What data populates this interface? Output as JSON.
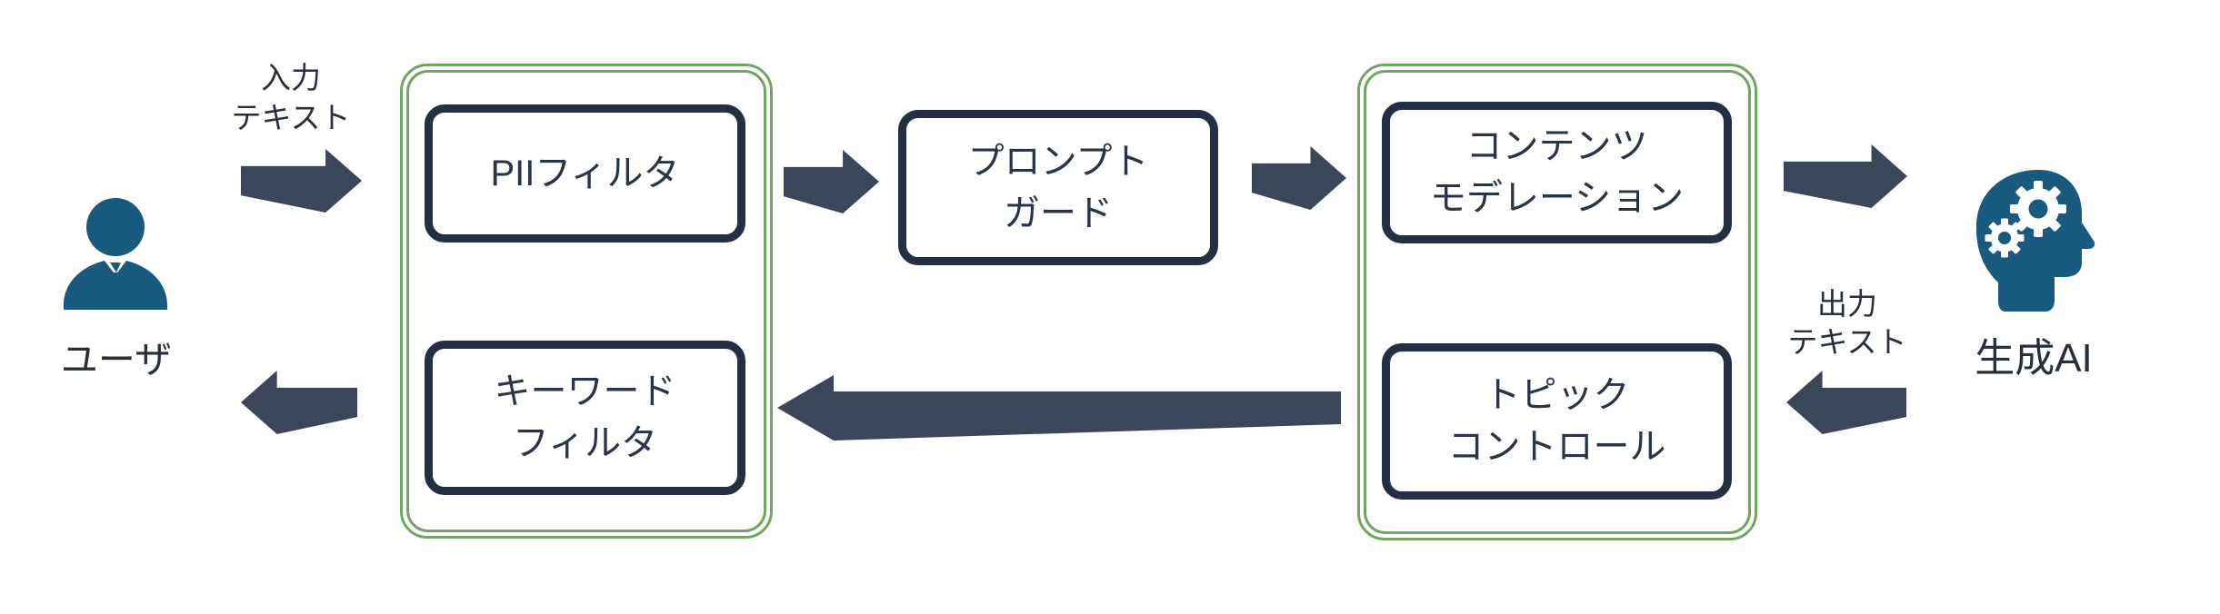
{
  "diagram": {
    "labels": {
      "user": "ユーザ",
      "input_text": "入力\nテキスト",
      "output_text": "出力\nテキスト",
      "generative_ai": "生成AI"
    },
    "nodes": {
      "pii_filter": "PIIフィルタ",
      "keyword_filter": "キーワード\nフィルタ",
      "prompt_guard": "プロンプト\nガード",
      "content_moderation": "コンテンツ\nモデレーション",
      "topic_control": "トピック\nコントロール"
    },
    "icons": {
      "user": "businessman-silhouette-icon",
      "generative_ai": "head-with-gears-icon"
    },
    "colors": {
      "arrow": "#3C4659",
      "box_border": "#242F42",
      "box_text": "#2A3447",
      "label_text": "#272F3D",
      "container_green": "#74A464",
      "icon_blue": "#1A5A7E",
      "background": "#FFFFFF"
    }
  }
}
